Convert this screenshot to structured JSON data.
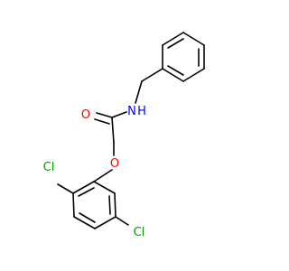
{
  "molecule": {
    "atoms": {
      "oxygen_carbonyl": {
        "label": "O",
        "color": "#ff0000"
      },
      "nitrogen": {
        "label": "N",
        "color": "#0000ff"
      },
      "hydrogen_on_n": {
        "label": "H",
        "color": "#0000ff"
      },
      "oxygen_ether": {
        "label": "O",
        "color": "#ff0000"
      },
      "chlorine_ortho": {
        "label": "Cl",
        "color": "#00a000"
      },
      "chlorine_meta": {
        "label": "Cl",
        "color": "#00a000"
      }
    },
    "bond_color": "#000000"
  }
}
